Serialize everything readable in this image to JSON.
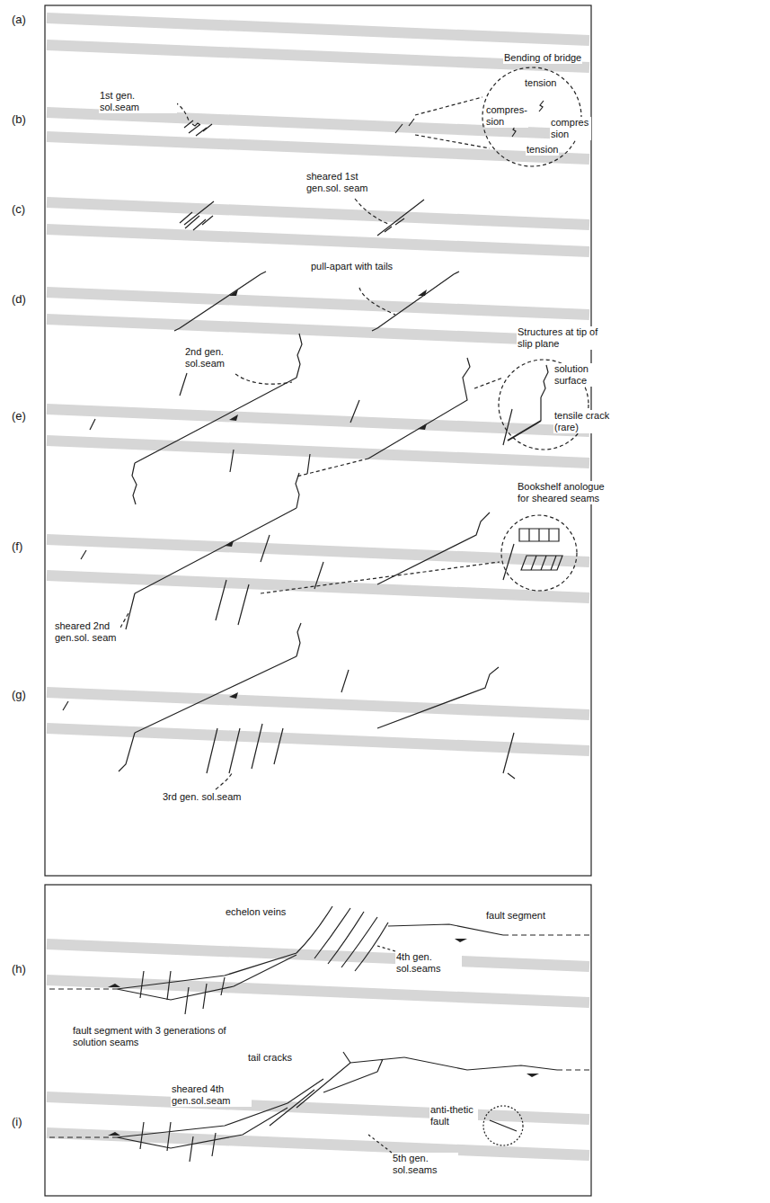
{
  "diagram": {
    "labels": [
      "(a)",
      "(b)",
      "1st gen. sol.seam",
      "Bending of bridge",
      "tension",
      "compres-sion",
      "compres sion",
      "tension",
      "(c)",
      "sheared 1st gen.sol. seam",
      "(d)",
      "pull-apart with tails",
      "(e)",
      "2nd gen. sol.seam",
      "Structures at tip of slip plane",
      "solution surface",
      "tensile crack (rare)",
      "(f)",
      "sheared 2nd gen.sol. seam",
      "Bookshelf anologue for sheared seams",
      "(g)",
      "3rd gen. sol.seam",
      "(h)",
      "echelon veins",
      "fault segment",
      "4th gen. sol.seams",
      "fault segment with 3 generations of solution seams",
      "(i)",
      "tail cracks",
      "sheared 4th gen.sol.seam",
      "anti-thetic fault",
      "5th gen. sol.seams"
    ]
  }
}
